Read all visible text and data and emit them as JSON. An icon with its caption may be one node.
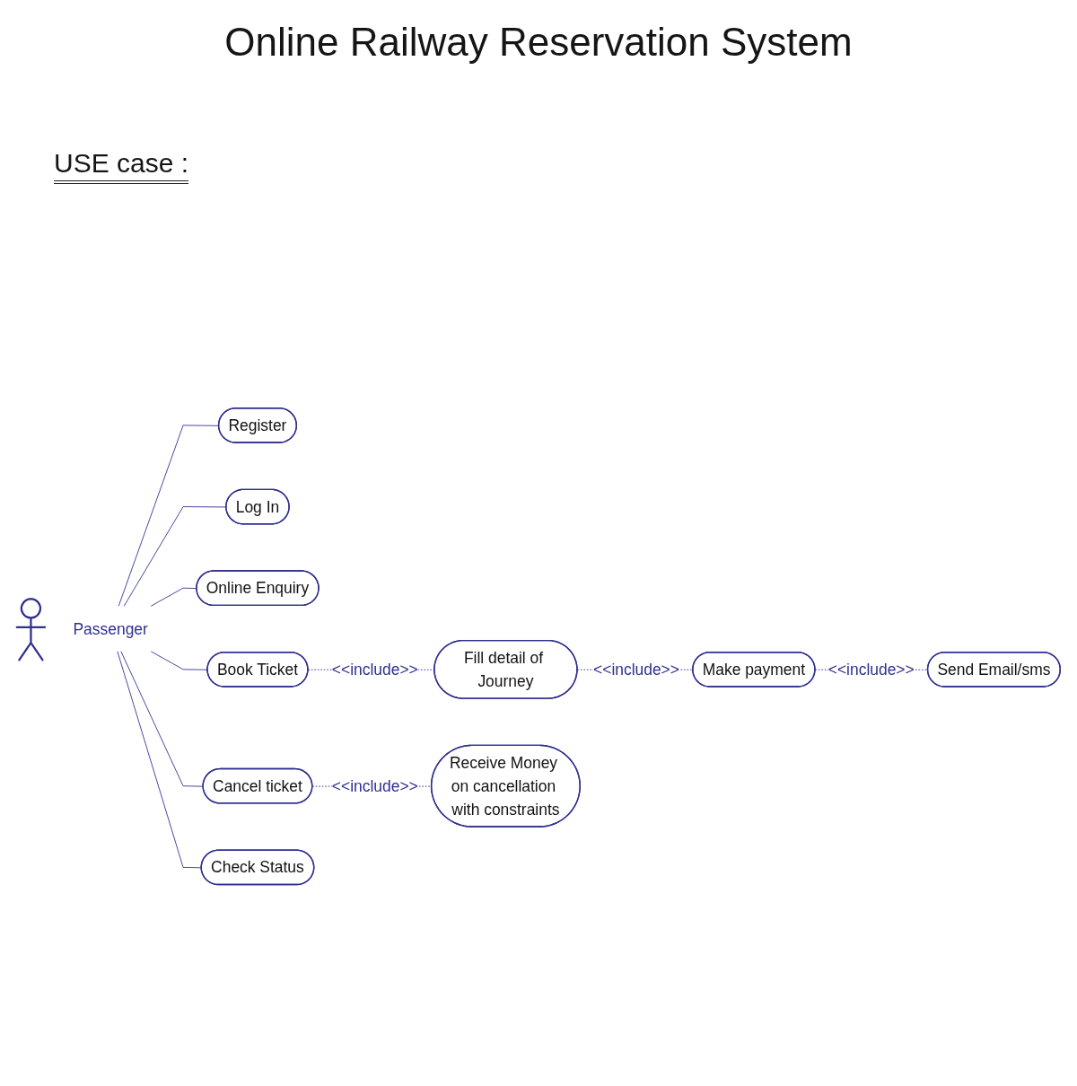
{
  "diagram": {
    "title": "Online Railway Reservation System",
    "nodes": [
      {
        "text": [
          "Passenger"
        ]
      },
      {
        "text": [
          "Register"
        ]
      },
      {
        "text": [
          "Log In"
        ]
      },
      {
        "text": [
          "Online Enquiry"
        ]
      },
      {
        "text": [
          "Book Ticket"
        ]
      },
      {
        "text": [
          "Cancel ticket"
        ]
      },
      {
        "text": [
          "Check Status"
        ]
      },
      {
        "text": [
          "Fill detail of Journey"
        ]
      },
      {
        "text": [
          "Make payment"
        ]
      },
      {
        "text": [
          "Send Email/sms"
        ]
      },
      {
        "text": [
          "Receive Money on cancellation with constraints"
        ]
      }
    ],
    "edges": [
      {
        "from": 0,
        "to": 1,
        "arrow": "none"
      },
      {
        "from": 0,
        "to": 2,
        "arrow": "none"
      },
      {
        "from": 0,
        "to": 3,
        "arrow": "none"
      },
      {
        "from": 0,
        "to": 4,
        "arrow": "none"
      },
      {
        "from": 0,
        "to": 5,
        "arrow": "none"
      },
      {
        "from": 0,
        "to": 6,
        "arrow": "none"
      },
      {
        "from": 4,
        "to": 7,
        "arrow": "none",
        "label": "<<include>>",
        "style": "dashed"
      },
      {
        "from": 7,
        "to": 8,
        "arrow": "none",
        "label": "<<include>>",
        "style": "dashed"
      },
      {
        "from": 8,
        "to": 9,
        "arrow": "none",
        "label": "<<include>>",
        "style": "dashed"
      },
      {
        "from": 5,
        "to": 10,
        "arrow": "none",
        "label": "<<include>>",
        "style": "dashed"
      }
    ],
    "labels": [
      "USE case :"
    ]
  }
}
